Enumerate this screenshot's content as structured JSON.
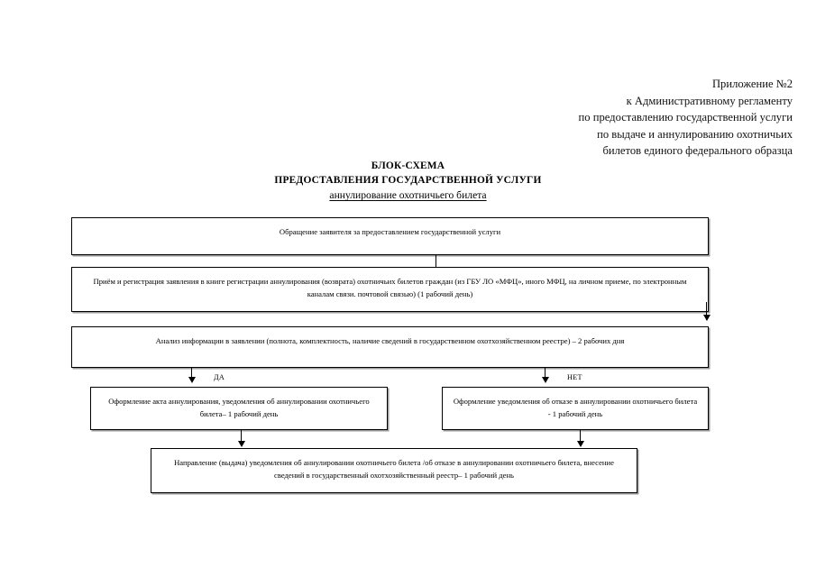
{
  "header": {
    "lines": [
      "Приложение №2",
      "к Административному регламенту",
      "по предоставлению государственной услуги",
      "по выдаче и аннулированию охотничьих",
      "билетов  единого федерального образца"
    ]
  },
  "titles": {
    "line1": "БЛОК-СХЕМА",
    "line2": "ПРЕДОСТАВЛЕНИЯ ГОСУДАРСТВЕННОЙ УСЛУГИ",
    "line3": "аннулирование охотничьего билета"
  },
  "flowchart": {
    "boxes": [
      {
        "id": "request",
        "text": "Обращение заявителя за предоставлением государственной услуги"
      },
      {
        "id": "register",
        "text": "Приём и регистрация заявления в книге регистрации аннулирования (возврата) охотничьих билетов граждан (из ГБУ ЛО «МФЦ», иного МФЦ, на личном приеме, по электронным каналам связи. почтовой связью) (1 рабочий день)"
      },
      {
        "id": "analysis",
        "text": "Анализ информации в заявлении (полнота, комплектность,  наличие сведений в государственном охотхозяйственном реестре) – 2 рабочих дня"
      },
      {
        "id": "yes-branch",
        "text": "Оформление акта аннулирования,  уведомления об аннулировании охотничьего билета– 1 рабочий день"
      },
      {
        "id": "no-branch",
        "text": "Оформление уведомления об  отказе в аннулировании охотничьего билета - 1 рабочий день"
      },
      {
        "id": "final",
        "text": "Направление (выдача) уведомления об аннулировании охотничьего билета /об отказе в аннулировании охотничьего билета, внесение сведений в государственный охотхозяйственный реестр– 1 рабочий день"
      }
    ],
    "branch_labels": {
      "yes": "ДА",
      "no": "НЕТ"
    }
  },
  "colors": {
    "text": "#000000",
    "background": "#ffffff",
    "border": "#000000",
    "shadow": "#9a9a9a"
  }
}
